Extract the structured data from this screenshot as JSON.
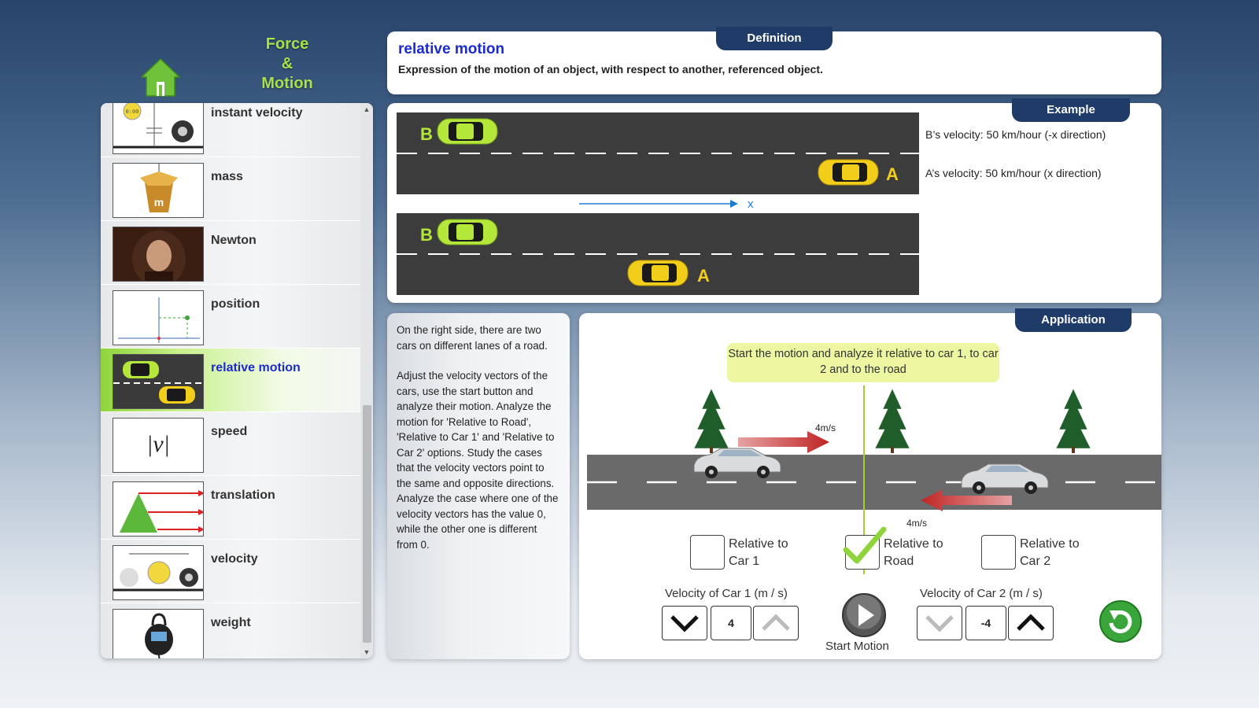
{
  "app": {
    "title_lines": [
      "Force",
      "&",
      "Motion"
    ]
  },
  "sidebar": {
    "items": [
      {
        "label": "instant velocity",
        "icon": "instant-velocity-thumbnail"
      },
      {
        "label": "mass",
        "icon": "mass-thumbnail"
      },
      {
        "label": "Newton",
        "icon": "newton-portrait-thumbnail"
      },
      {
        "label": "position",
        "icon": "position-graph-thumbnail"
      },
      {
        "label": "relative motion",
        "icon": "relative-motion-thumbnail",
        "active": true
      },
      {
        "label": "speed",
        "icon": "speed-thumbnail",
        "thumb_text": "|v|"
      },
      {
        "label": "translation",
        "icon": "translation-thumbnail"
      },
      {
        "label": "velocity",
        "icon": "velocity-thumbnail"
      },
      {
        "label": "weight",
        "icon": "weight-thumbnail"
      }
    ]
  },
  "definition": {
    "tab": "Definition",
    "title": "relative motion",
    "text": "Expression of the motion of an object, with respect to another, referenced object."
  },
  "example": {
    "tab": "Example",
    "car_b_label": "B",
    "car_a_label": "A",
    "axis_label": "x",
    "b_velocity": "B’s velocity: 50 km/hour (-x direction)",
    "a_velocity": "A’s velocity: 50 km/hour (x direction)"
  },
  "description": {
    "paragraphs": [
      "On the right side, there are two cars on different lanes of a road.",
      "Adjust the velocity vectors of the cars, use the start button and analyze their motion. Analyze the motion for 'Relative to Road', 'Relative to Car 1' and 'Relative to Car 2' options. Study the cases that the velocity vectors point to the same and opposite directions. Analyze the case where one of the velocity vectors has the value 0, while the other one is different from 0."
    ]
  },
  "application": {
    "tab": "Application",
    "hint": "Start the motion and analyze it relative to car 1, to car 2 and to the road",
    "car1_vector_label": "4m/s",
    "car2_vector_label": "4m/s",
    "options": [
      {
        "label_lines": [
          "Relative to",
          "Car 1"
        ],
        "checked": false
      },
      {
        "label_lines": [
          "Relative to",
          "Road"
        ],
        "checked": true
      },
      {
        "label_lines": [
          "Relative to",
          "Car 2"
        ],
        "checked": false
      }
    ],
    "car1_velocity_label": "Velocity of Car 1 (m / s)",
    "car1_velocity": "4",
    "car2_velocity_label": "Velocity of Car 2 (m / s)",
    "car2_velocity": "-4",
    "start_label": "Start Motion"
  },
  "colors": {
    "accent_green": "#a8e04a",
    "tab_blue": "#1f3c69",
    "link_blue": "#1b2bd0",
    "hint_yellow": "#edf7a2"
  }
}
